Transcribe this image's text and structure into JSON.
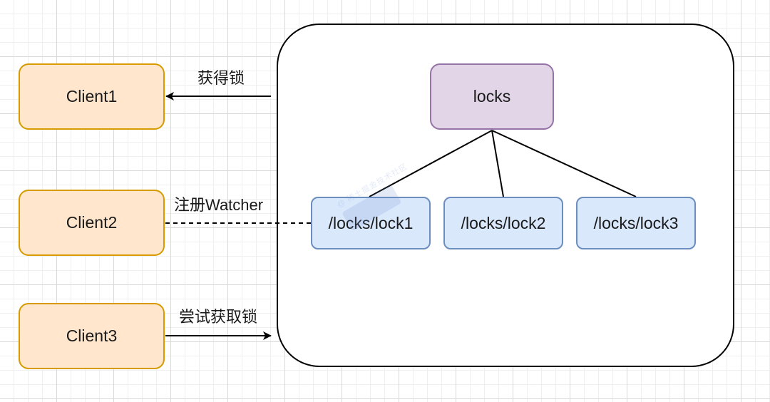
{
  "container": {
    "label": ""
  },
  "root": {
    "label": "locks"
  },
  "children": [
    {
      "label": "/locks/lock1"
    },
    {
      "label": "/locks/lock2"
    },
    {
      "label": "/locks/lock3"
    }
  ],
  "clients": [
    {
      "label": "Client1"
    },
    {
      "label": "Client2"
    },
    {
      "label": "Client3"
    }
  ],
  "edges": {
    "acquired": "获得锁",
    "watch": "注册Watcher",
    "try_acquire": "尝试获取锁"
  },
  "colors": {
    "client_fill": "#ffe6cc",
    "client_stroke": "#d79b00",
    "root_fill": "#e1d5e7",
    "root_stroke": "#9673a6",
    "child_fill": "#dae8fc",
    "child_stroke": "#6c8ebf"
  }
}
